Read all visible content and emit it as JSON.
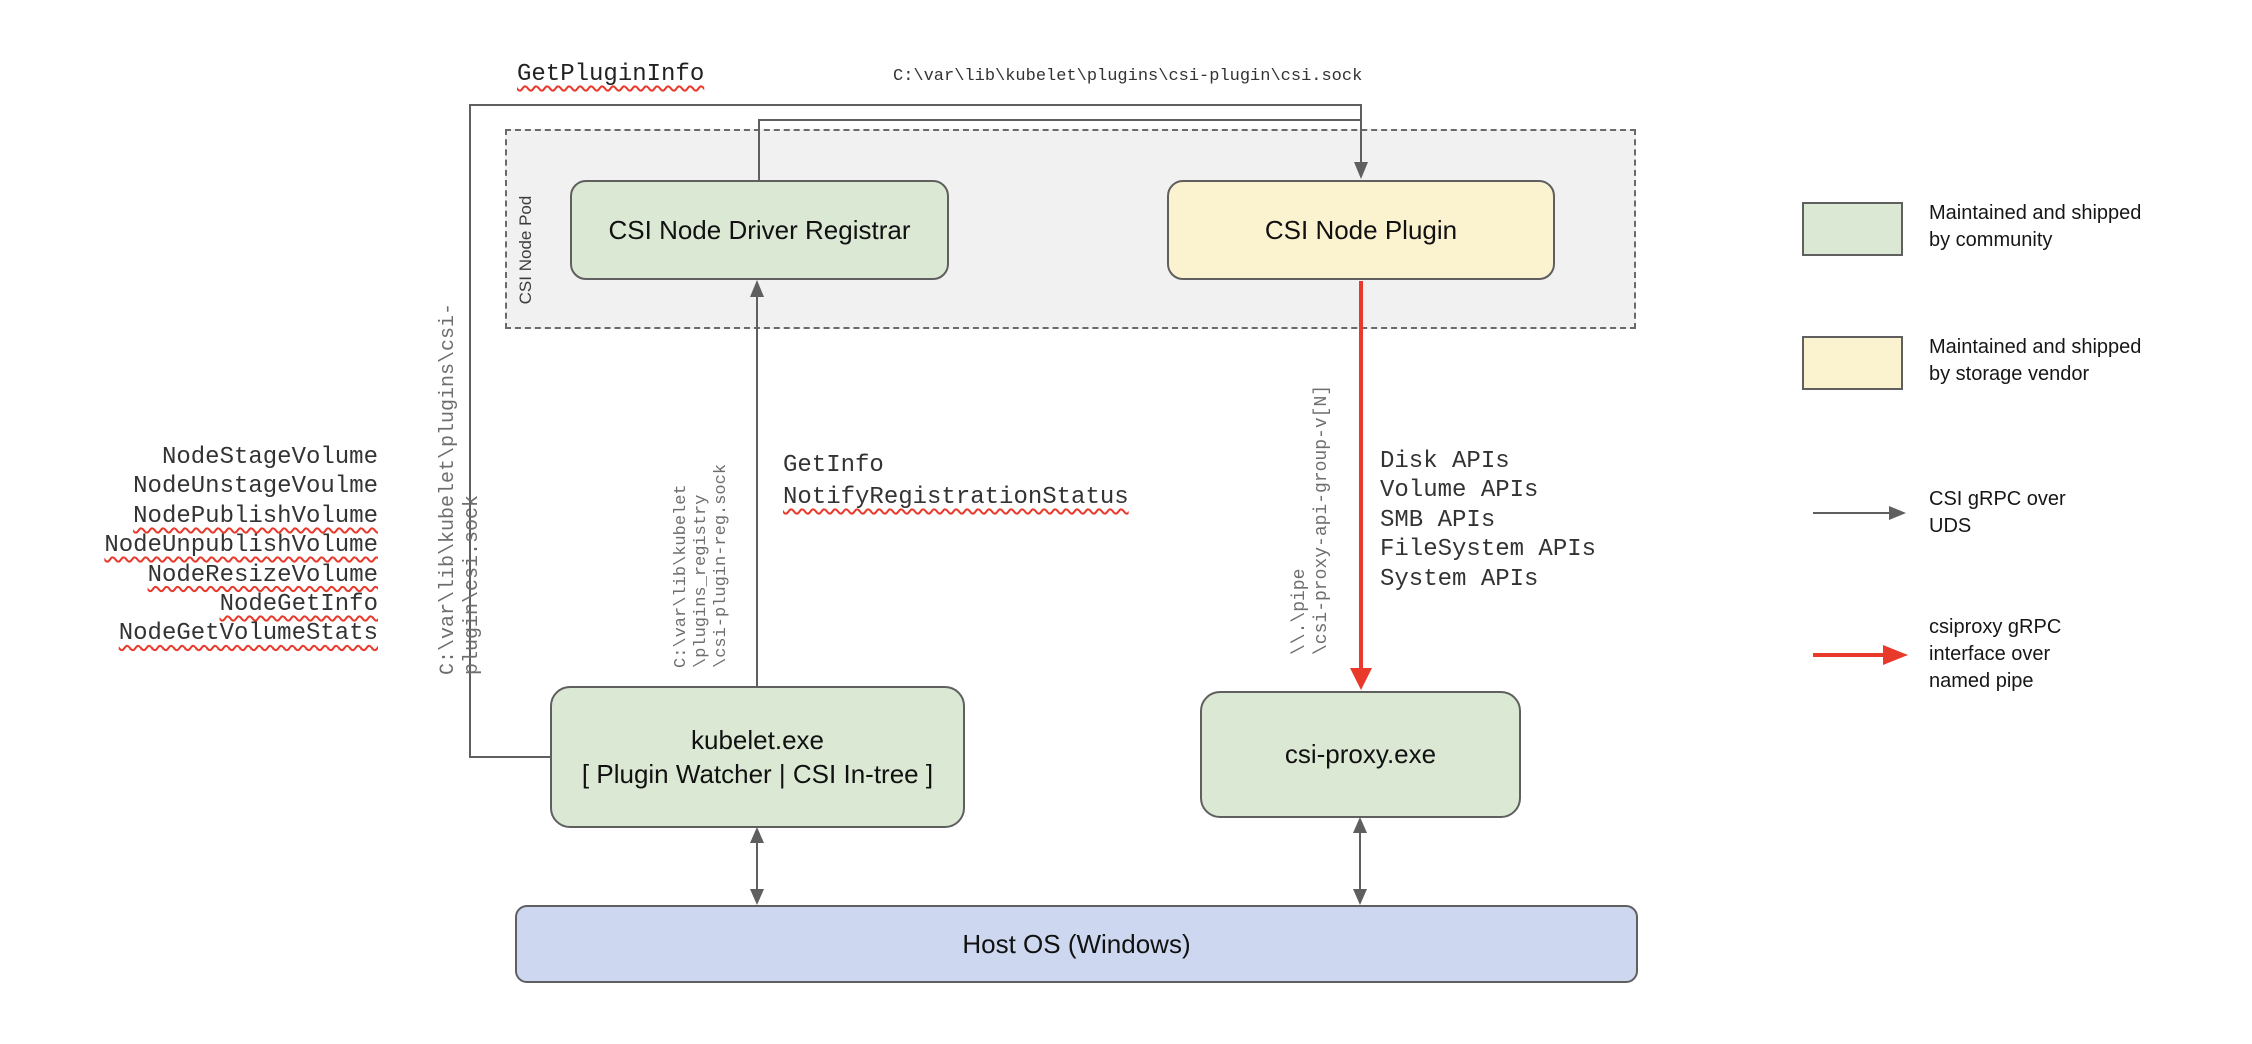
{
  "colors": {
    "community_green": "#dbe8d4",
    "vendor_yellow": "#fbf2d0",
    "host_blue": "#cdd8f0",
    "pod_gray": "#f1f1f1",
    "line_gray": "#5f5f5f",
    "pipe_red": "#e8392b"
  },
  "top": {
    "get_plugin_info": "GetPluginInfo",
    "socket_path": "C:\\var\\lib\\kubelet\\plugins\\csi-plugin\\csi.sock"
  },
  "left": {
    "socket_path_vertical": "C:\\var\\lib\\kubelet\\plugins\\csi-plugin\\csi.sock",
    "node_calls": [
      "NodeStageVolume",
      "NodeUnstageVoulme",
      "NodePublishVolume",
      "NodeUnpublishVolume",
      "NodeResizeVolume",
      "NodeGetInfo",
      "NodeGetVolumeStats"
    ]
  },
  "pod": {
    "label": "CSI Node Pod"
  },
  "boxes": {
    "registrar": "CSI Node Driver Registrar",
    "plugin": "CSI Node Plugin",
    "kubelet": "kubelet.exe\n[ Plugin Watcher | CSI In-tree ]",
    "csiproxy": "csi-proxy.exe",
    "host": "Host OS (Windows)"
  },
  "registration": {
    "registry_path": "C:\\var\\lib\\kubelet\n\\plugins_registry\n\\csi-plugin-reg.sock",
    "get_info": "GetInfo",
    "notify": "NotifyRegistrationStatus"
  },
  "proxy": {
    "pipe_path": "\\\\.\\pipe\n\\csi-proxy-api-group-v[N]",
    "apis": [
      "Disk APIs",
      "Volume APIs",
      "SMB APIs",
      "FileSystem APIs",
      "System APIs"
    ]
  },
  "legend": {
    "community": "Maintained and shipped\nby community",
    "vendor": "Maintained and shipped\nby storage vendor",
    "uds": "CSI gRPC over\nUDS",
    "pipe": "csiproxy gRPC\ninterface over\nnamed pipe"
  }
}
